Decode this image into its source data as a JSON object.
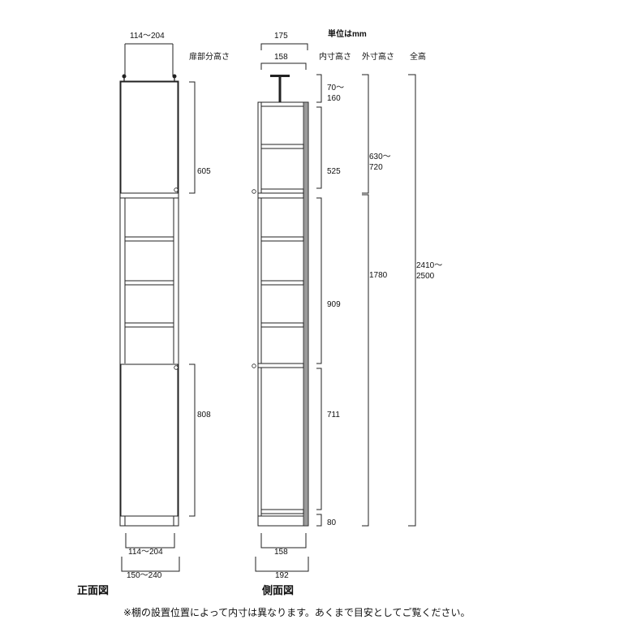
{
  "title_unit": "単位はmm",
  "headers": {
    "door_height": "扉部分高さ",
    "inner_height": "内寸高さ",
    "outer_height": "外寸高さ",
    "total_height": "全高"
  },
  "front": {
    "top_width": "114～204",
    "upper_door": "605",
    "lower_door": "808",
    "bottom_inner_width": "114～204",
    "bottom_outer_width": "150～240",
    "caption": "正面図"
  },
  "side": {
    "top_outer_depth": "175",
    "top_inner_depth": "158",
    "inner_top_a": "70～",
    "inner_top_b": "160",
    "inner_upper": "525",
    "inner_middle": "909",
    "inner_lower": "711",
    "inner_bottom": "80",
    "outer_upper_a": "630～",
    "outer_upper_b": "720",
    "outer_lower": "1780",
    "total_a": "2410～",
    "total_b": "2500",
    "bottom_inner_depth": "158",
    "bottom_outer_depth": "192",
    "caption": "側面図"
  },
  "note": "※棚の設置位置によって内寸は異なります。あくまで目安としてご覧ください。"
}
